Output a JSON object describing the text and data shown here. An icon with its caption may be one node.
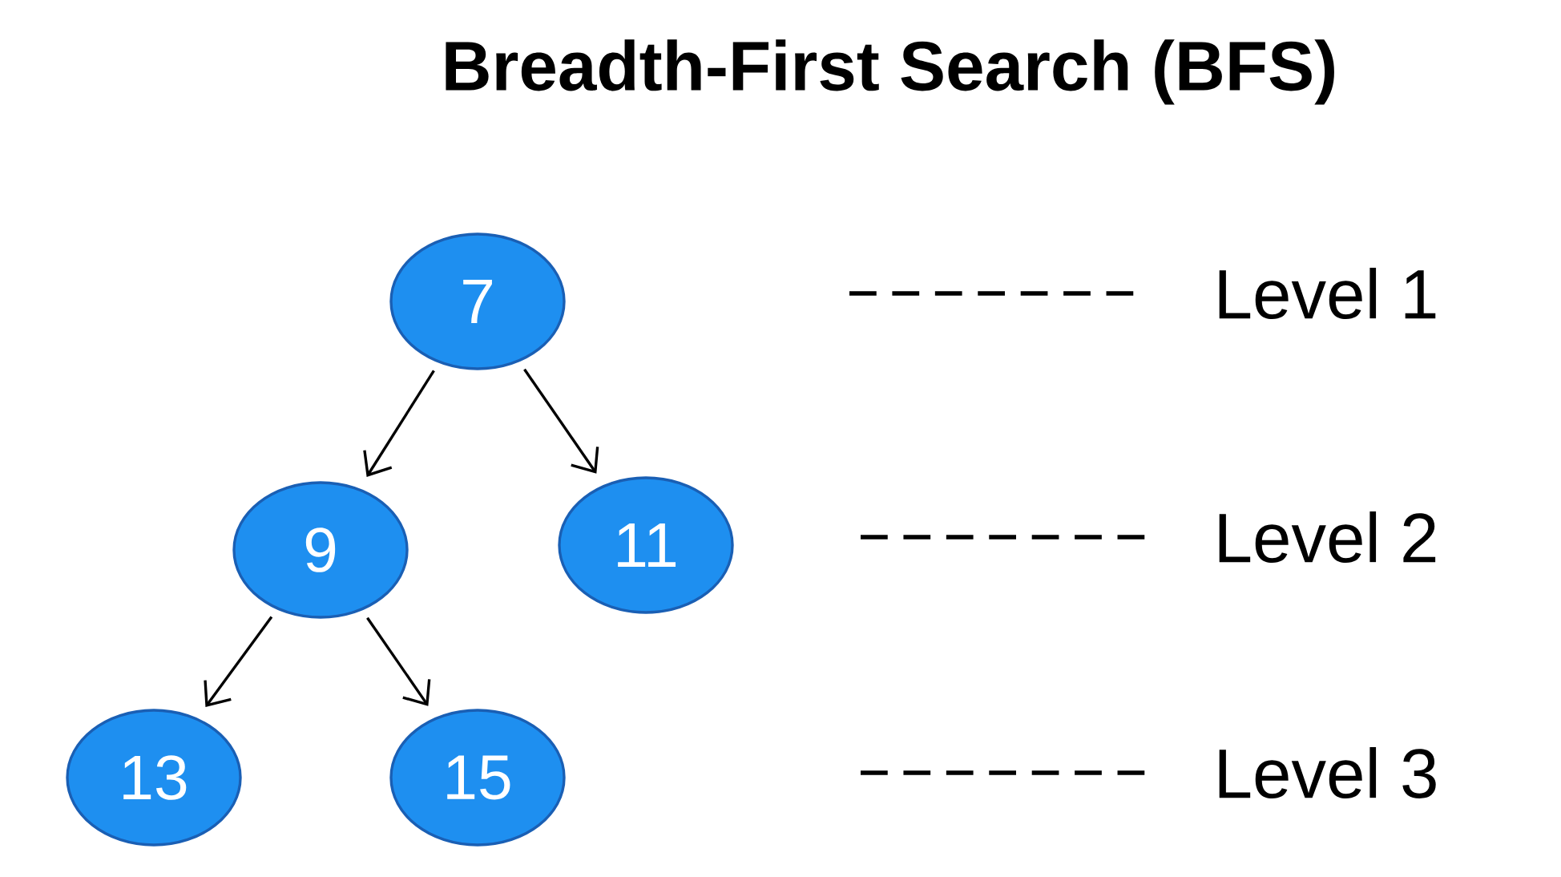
{
  "diagram": {
    "title": "Breadth-First Search (BFS)",
    "nodes": [
      {
        "text": [
          "7"
        ]
      },
      {
        "text": [
          "9"
        ]
      },
      {
        "text": [
          "11"
        ]
      },
      {
        "text": [
          "13"
        ]
      },
      {
        "text": [
          "15"
        ]
      }
    ],
    "edges": [
      {
        "from": 0,
        "to": 1,
        "arrow": "to"
      },
      {
        "from": 0,
        "to": 2,
        "arrow": "to"
      },
      {
        "from": 1,
        "to": 3,
        "arrow": "to"
      },
      {
        "from": 1,
        "to": 4,
        "arrow": "to"
      }
    ],
    "labels": [
      "Level 1",
      "Level 2",
      "Level 3"
    ]
  }
}
